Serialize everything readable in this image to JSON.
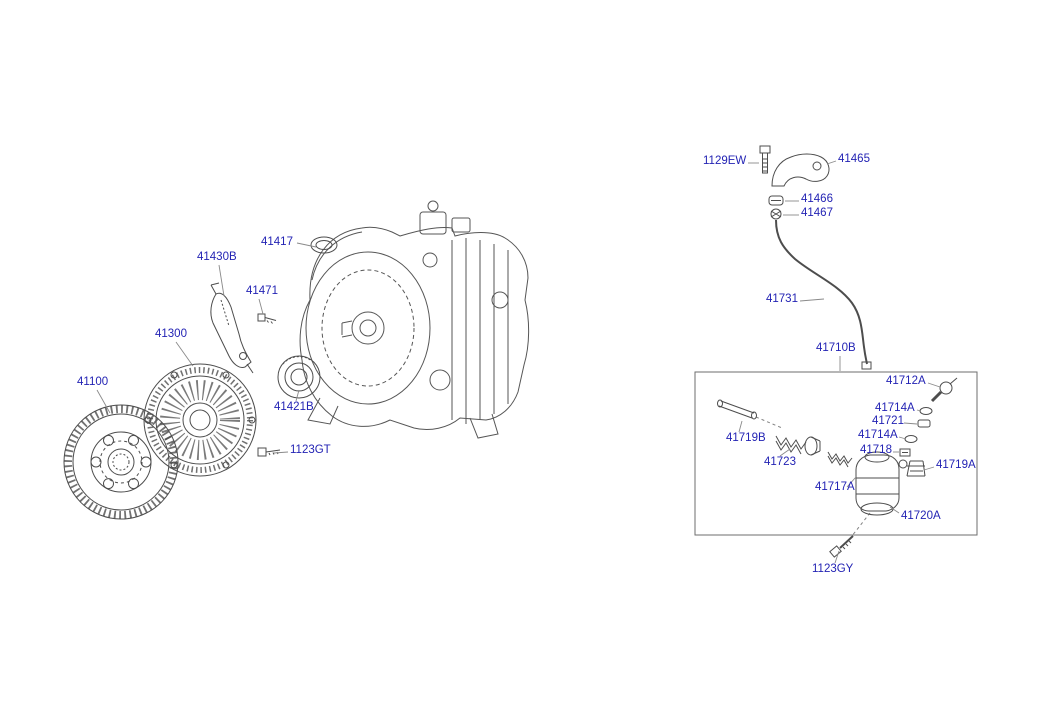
{
  "diagram_title": "clutch-and-release-fork-parts-diagram",
  "colors": {
    "background": "#ffffff",
    "label": "#2323b4",
    "line": "#4d4d4d",
    "leader": "#8a8a8a",
    "box": "#6e6e6e"
  },
  "labels": {
    "l41417": "41417",
    "l41430b": "41430B",
    "l41471": "41471",
    "l41300": "41300",
    "l41100": "41100",
    "l41421b": "41421B",
    "l1123gt": "1123GT",
    "l1129ew": "1129EW",
    "l41465": "41465",
    "l41466": "41466",
    "l41467": "41467",
    "l41731": "41731",
    "l41710b": "41710B",
    "l41712a": "41712A",
    "l41714a_upper": "41714A",
    "l41721": "41721",
    "l41714a_lower": "41714A",
    "l41718": "41718",
    "l41719b": "41719B",
    "l41723": "41723",
    "l41717a": "41717A",
    "l41719a": "41719A",
    "l41720a": "41720A",
    "l1123gy": "1123GY"
  }
}
